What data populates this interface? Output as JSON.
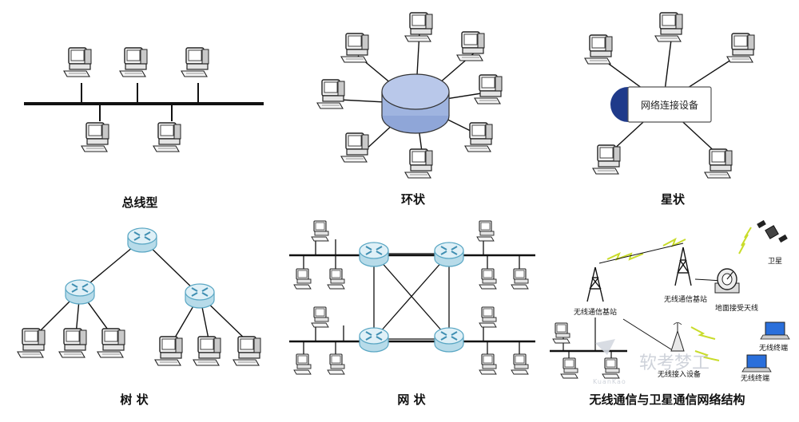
{
  "captions": {
    "bus": "总线型",
    "ring": "环状",
    "star": "星状",
    "tree": "树 状",
    "mesh": "网 状",
    "wireless": "无线通信与卫星通信网络结构"
  },
  "star_center_label": "网络连接设备",
  "wireless_labels": {
    "base_station_1": "无线通信基站",
    "base_station_2": "无线通信基站",
    "ground_antenna": "地面接受天线",
    "satellite": "卫星",
    "wireless_terminal_1": "无线终端",
    "wireless_terminal_2": "无线终端",
    "wireless_access": "无线接入设备"
  },
  "watermark": {
    "text": "软考梦工",
    "sub": "KuanKao"
  },
  "colors": {
    "router_fill": "#dff0f7",
    "router_stroke": "#5aa7c4",
    "ring_fill": "#b9c8ea",
    "signal": "#c9dc2a",
    "star_accent": "#1f3a8a"
  }
}
